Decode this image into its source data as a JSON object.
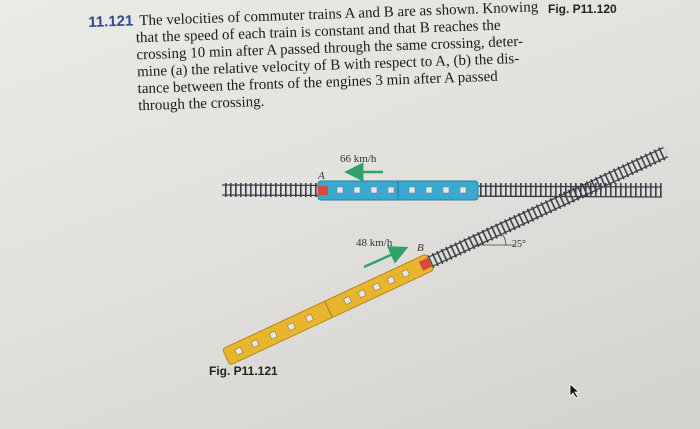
{
  "header": {
    "figure_label": "Fig. P11.120"
  },
  "problem": {
    "number": "11.121",
    "lines": [
      "The velocities of commuter trains A and B are as shown. Knowing",
      "that the speed of each train is constant and that B reaches the",
      "crossing 10 min after A passed through the same crossing, deter-",
      "mine (a) the relative velocity of B with respect to A, (b) the dis-",
      "tance between the fronts of the engines 3 min after A passed",
      "through the crossing."
    ]
  },
  "figure": {
    "caption": "Fig. P11.121",
    "train_a": {
      "label": "A",
      "speed": "66 km/h"
    },
    "train_b": {
      "label": "B",
      "speed": "48 km/h"
    },
    "angle_label": "25°",
    "colors": {
      "train_a": "#3aa9cf",
      "train_b": "#e8b52f",
      "arrow": "#2fa16a"
    }
  }
}
